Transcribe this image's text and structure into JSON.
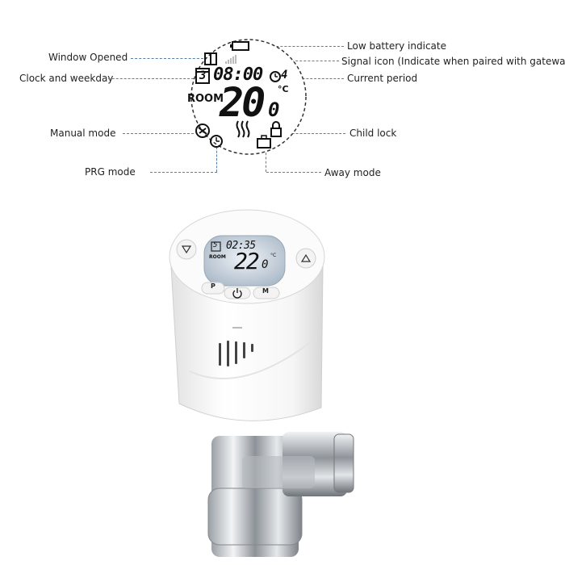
{
  "callouts": {
    "window_opened": "Window Opened",
    "clock_weekday": "Clock and weekday",
    "manual_mode": "Manual mode",
    "prg_mode": "PRG mode",
    "low_battery": "Low battery indicate",
    "signal_icon": "Signal icon (Indicate when paired with gateway)",
    "current_period": "Current period",
    "child_lock": "Child lock",
    "away_mode": "Away mode"
  },
  "lcd_closeup": {
    "weekday": "3",
    "clock": "08:00",
    "period": "4",
    "room_label": "ROOM",
    "temperature_main": "20",
    "temperature_decimal": "0",
    "unit": "°C"
  },
  "device": {
    "weekday": "5",
    "clock": "02:35",
    "room_label": "ROOM",
    "temperature_main": "22",
    "temperature_decimal": "0",
    "unit": "°C",
    "button_p": "P",
    "button_m": "M"
  },
  "colors": {
    "leader_line": "#5a7fa6",
    "lcd_bg": "#dfe6ee",
    "body_white": "#f4f4f4",
    "chrome": "#c8ccd0"
  }
}
